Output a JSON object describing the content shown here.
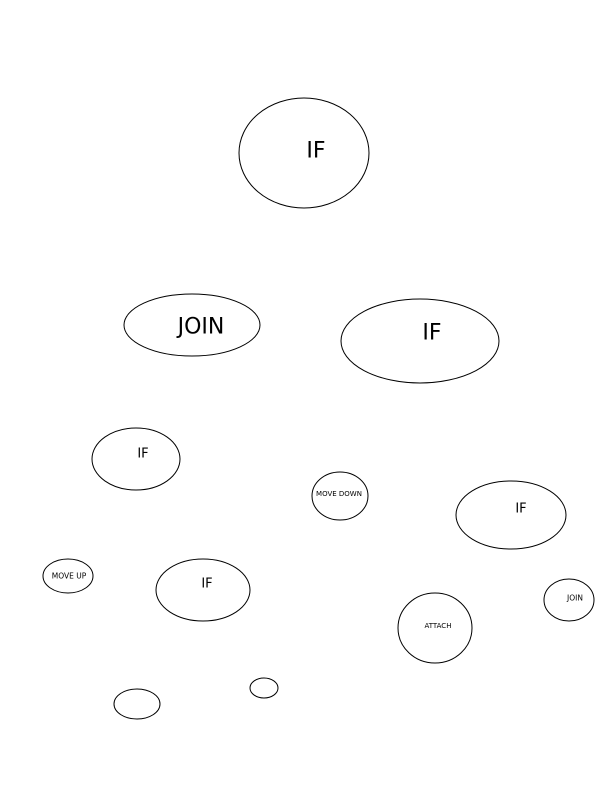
{
  "diagram": {
    "nodes": [
      {
        "id": "n1",
        "label": "IF"
      },
      {
        "id": "n2",
        "label": "JOIN"
      },
      {
        "id": "n3",
        "label": "IF"
      },
      {
        "id": "n4",
        "label": "IF"
      },
      {
        "id": "n5",
        "label": "MOVE DOWN"
      },
      {
        "id": "n6",
        "label": "IF"
      },
      {
        "id": "n7",
        "label": "MOVE UP"
      },
      {
        "id": "n8",
        "label": "IF"
      },
      {
        "id": "n9",
        "label": "ATTACH"
      },
      {
        "id": "n10",
        "label": "JOIN"
      },
      {
        "id": "n11",
        "label": ""
      },
      {
        "id": "n12",
        "label": ""
      }
    ]
  }
}
